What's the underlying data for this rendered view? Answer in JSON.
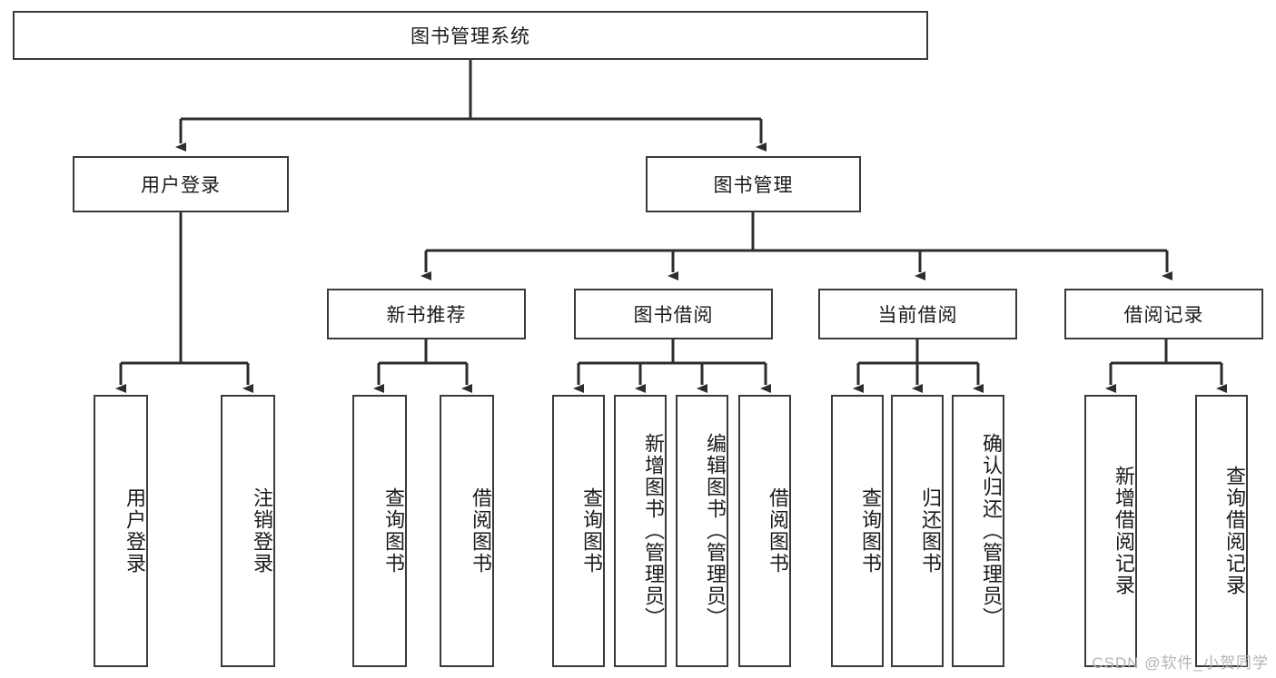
{
  "diagram": {
    "title_node": {
      "label": "图书管理系统"
    },
    "level2": [
      {
        "id": "user-login",
        "label": "用户登录"
      },
      {
        "id": "book-manage",
        "label": "图书管理"
      }
    ],
    "level3": [
      {
        "id": "new-book-recommend",
        "label": "新书推荐"
      },
      {
        "id": "book-borrow",
        "label": "图书借阅"
      },
      {
        "id": "current-borrow",
        "label": "当前借阅"
      },
      {
        "id": "borrow-record",
        "label": "借阅记录"
      }
    ],
    "leaves": [
      {
        "id": "leaf-user-login",
        "label": "用户登录"
      },
      {
        "id": "leaf-logout-login",
        "label": "注销登录"
      },
      {
        "id": "leaf-query-book-1",
        "label": "查询图书"
      },
      {
        "id": "leaf-borrow-book-1",
        "label": "借阅图书"
      },
      {
        "id": "leaf-query-book-2",
        "label": "查询图书"
      },
      {
        "id": "leaf-add-book-admin",
        "label": "新增图书（管理员）"
      },
      {
        "id": "leaf-edit-book-admin",
        "label": "编辑图书（管理员）"
      },
      {
        "id": "leaf-borrow-book-2",
        "label": "借阅图书"
      },
      {
        "id": "leaf-query-book-3",
        "label": "查询图书"
      },
      {
        "id": "leaf-return-book",
        "label": "归还图书"
      },
      {
        "id": "leaf-confirm-return-admin",
        "label": "确认归还（管理员）"
      },
      {
        "id": "leaf-add-borrow-record",
        "label": "新增借阅记录"
      },
      {
        "id": "leaf-query-borrow-record",
        "label": "查询借阅记录"
      }
    ],
    "watermark": "CSDN @软件_小贺同学",
    "colors": {
      "box_border": "#3a3a3a",
      "box_fill": "#ffffff",
      "text": "#1a1a1a",
      "connector": "#2d2d2d",
      "watermark": "#b4b4b4"
    }
  }
}
